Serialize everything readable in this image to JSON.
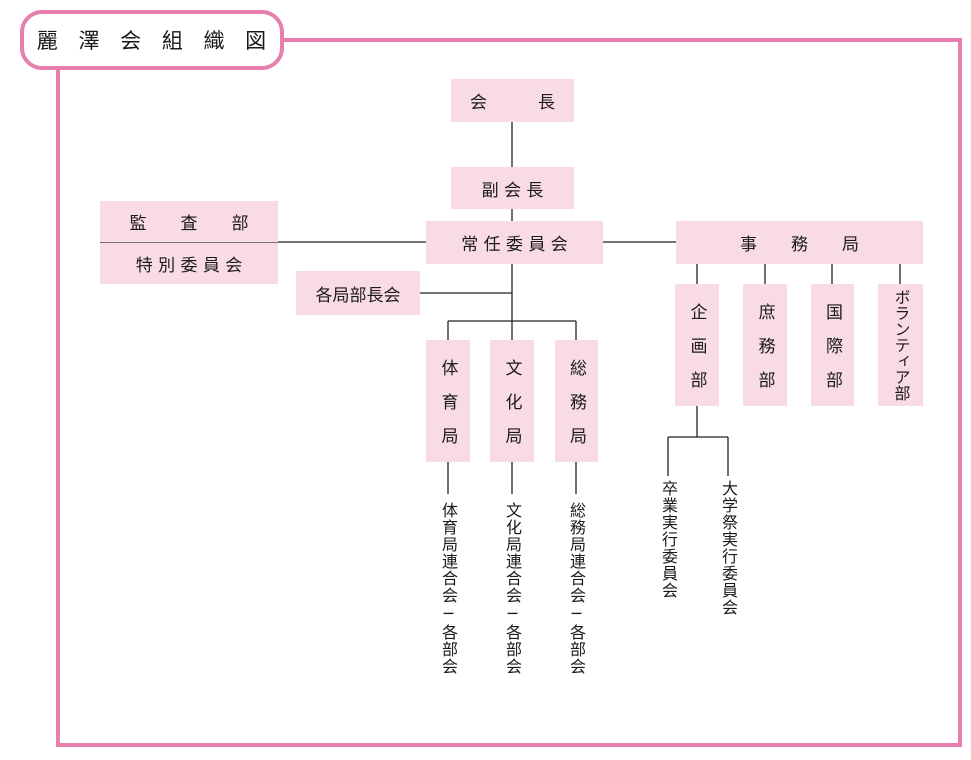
{
  "title": "麗 澤 会 組 織 図",
  "nodes": {
    "president": "会　　　長",
    "vice_president": "副 会 長",
    "audit": "監　　査　　部",
    "special_committee": "特 別 委 員 会",
    "standing_committee": "常 任 委 員 会",
    "secretariat": "事　　務　　局",
    "bureau_chiefs": "各局部長会",
    "sports_bureau": "体育局",
    "culture_bureau": "文化局",
    "general_affairs_bureau": "総務局",
    "planning_dept": "企画部",
    "general_dept": "庶務部",
    "international_dept": "国際部",
    "volunteer_dept": "ボランティア部"
  },
  "labels": {
    "sports_federation": "体育局連合会─各部会",
    "culture_federation": "文化局連合会─各部会",
    "general_federation": "総務局連合会─各部会",
    "graduation_committee": "卒業実行委員会",
    "festival_committee": "大学祭実行委員会"
  }
}
